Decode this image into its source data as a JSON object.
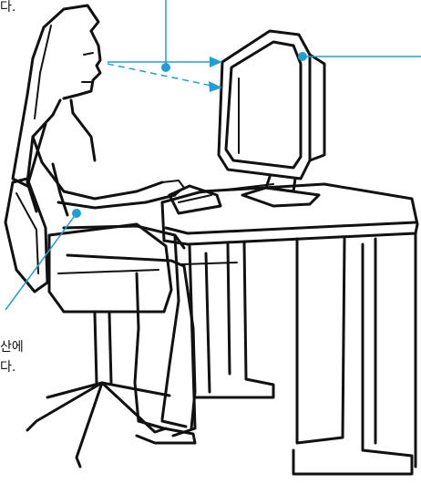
{
  "callout_fragments": {
    "top": "다.",
    "left_line1": "산에",
    "left_line2": "다."
  },
  "colors": {
    "callout": "#1f9fd6",
    "ink": "#111111",
    "background": "#ffffff"
  }
}
